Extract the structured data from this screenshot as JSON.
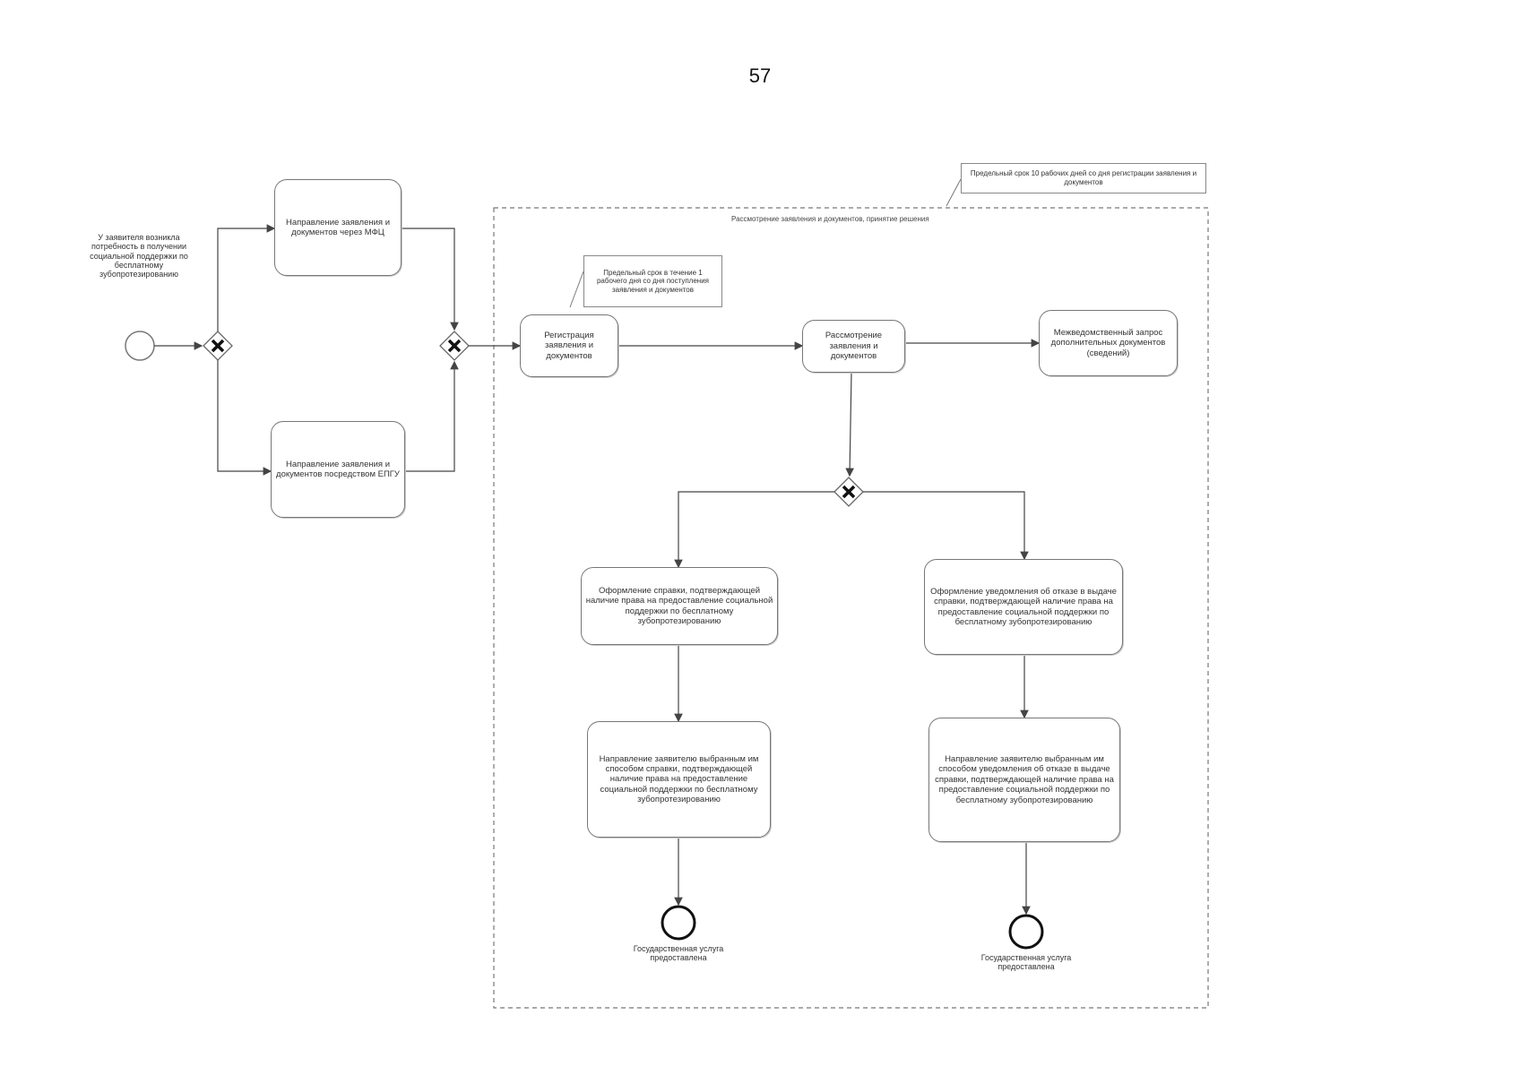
{
  "page_number": "57",
  "start_event": {
    "label": "У заявителя возникла потребность в получении социальной поддержки по бесплатному зубопротезированию"
  },
  "tasks": {
    "send_mfc": "Направление заявления и документов через МФЦ",
    "send_epgu": "Направление заявления и документов посредством ЕПГУ",
    "register": "Регистрация заявления и документов",
    "review": "Рассмотрение заявления и документов",
    "interdept": "Межведомственный запрос дополнительных документов (сведений)",
    "issue_certificate": "Оформление справки, подтверждающей наличие права на предоставление социальной поддержки по бесплатному зубопротезированию",
    "issue_refusal": "Оформление уведомления об отказе в выдаче справки, подтверждающей наличие права на предоставление социальной поддержки по бесплатному зубопротезированию",
    "send_certificate": "Направление заявителю выбранным им способом справки, подтверждающей наличие права на предоставление социальной поддержки по бесплатному зубопротезированию",
    "send_refusal": "Направление заявителю выбранным им способом уведомления об отказе в выдаче справки, подтверждающей наличие права на предоставление социальной поддержки по бесплатному зубопротезированию"
  },
  "notes": {
    "total_term": "Предельный срок 10 рабочих дней со дня регистрации заявления и документов",
    "register_term": "Предельный срок в течение 1 рабочего дня со дня поступления заявления и документов"
  },
  "pool": {
    "title": "Рассмотрение заявления и документов, принятие решения"
  },
  "end_events": {
    "left": "Государственная услуга предоставлена",
    "right": "Государственная услуга предоставлена"
  }
}
